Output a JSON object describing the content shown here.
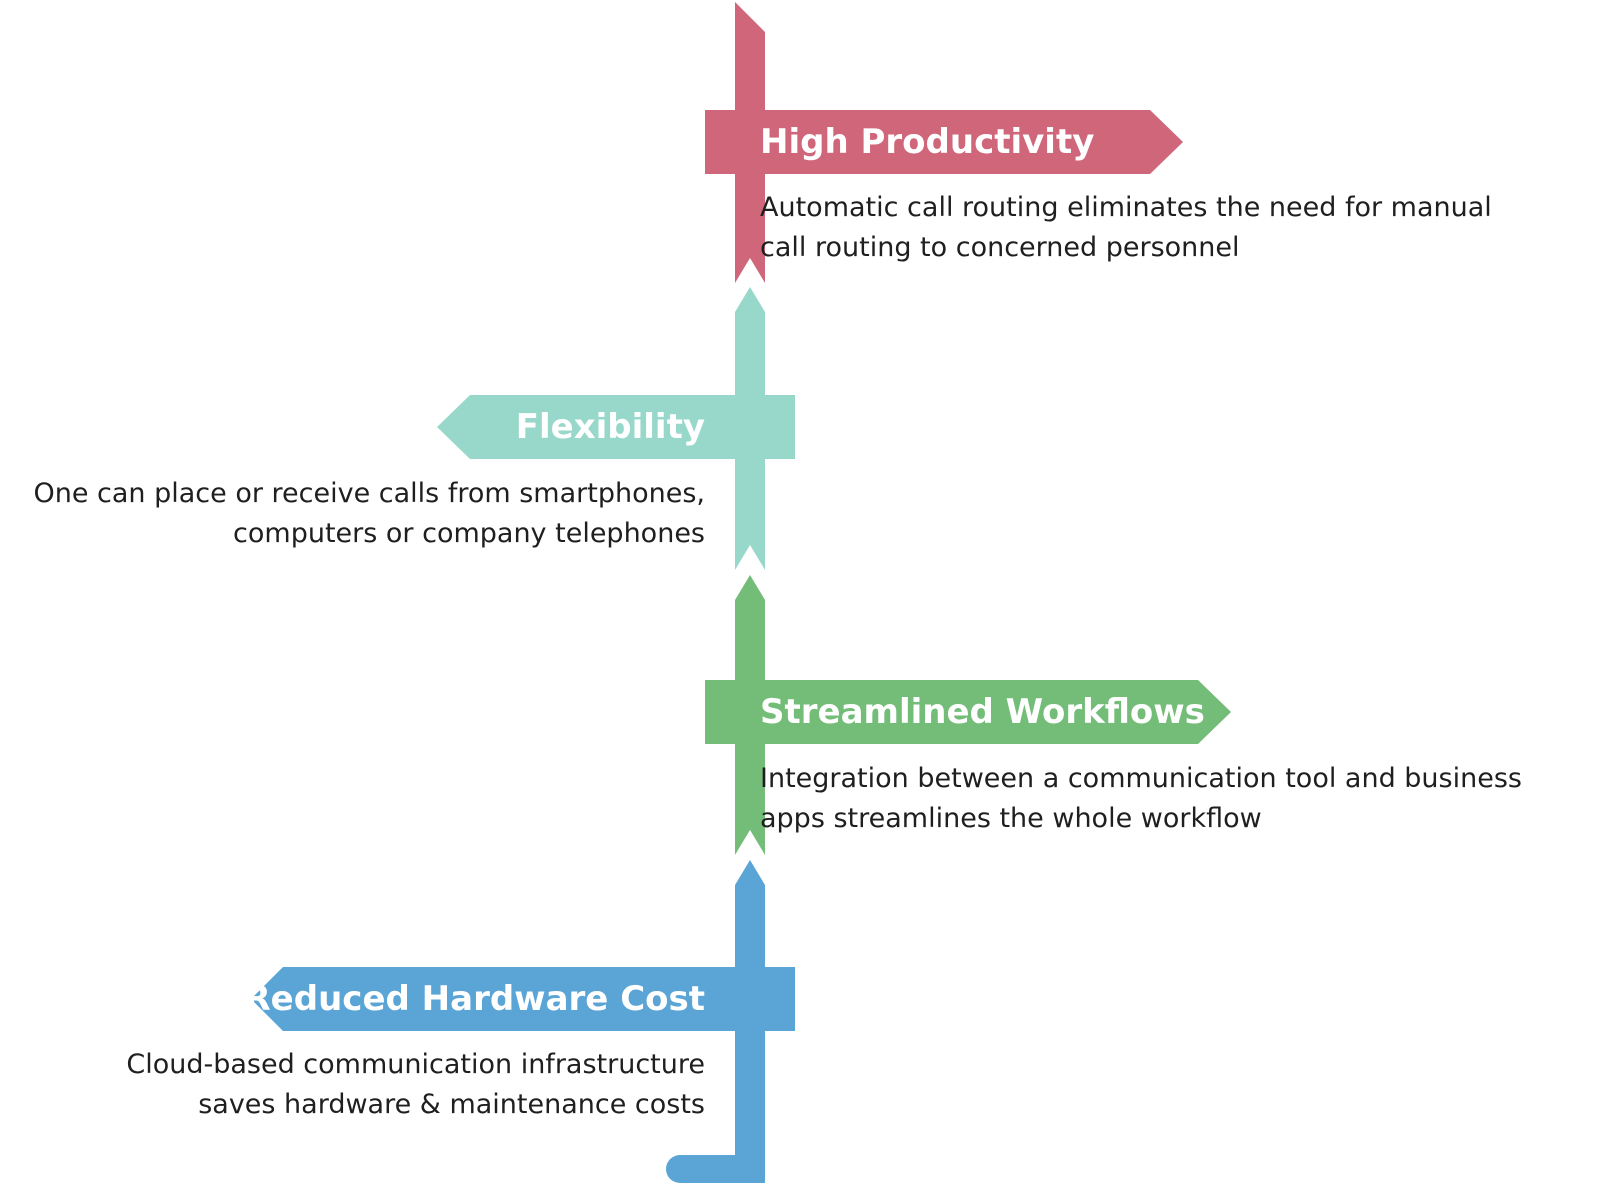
{
  "colors": {
    "productivity": "#cf6679",
    "flexibility": "#98d8ca",
    "workflows": "#74bd78",
    "hardware": "#5ba4d6"
  },
  "stages": [
    {
      "title": "High Productivity",
      "description_lines": [
        "Automatic call routing eliminates the need for manual",
        "call routing to concerned personnel"
      ],
      "direction": "right"
    },
    {
      "title": "Flexibility",
      "description_lines": [
        "One can place or receive calls from smartphones,",
        "computers or company telephones"
      ],
      "direction": "left"
    },
    {
      "title": "Streamlined Workflows",
      "description_lines": [
        "Integration between a communication tool and business",
        "apps streamlines the whole workflow"
      ],
      "direction": "right"
    },
    {
      "title": "Reduced Hardware Cost",
      "description_lines": [
        "Cloud-based communication infrastructure",
        "saves hardware & maintenance costs"
      ],
      "direction": "left"
    }
  ]
}
